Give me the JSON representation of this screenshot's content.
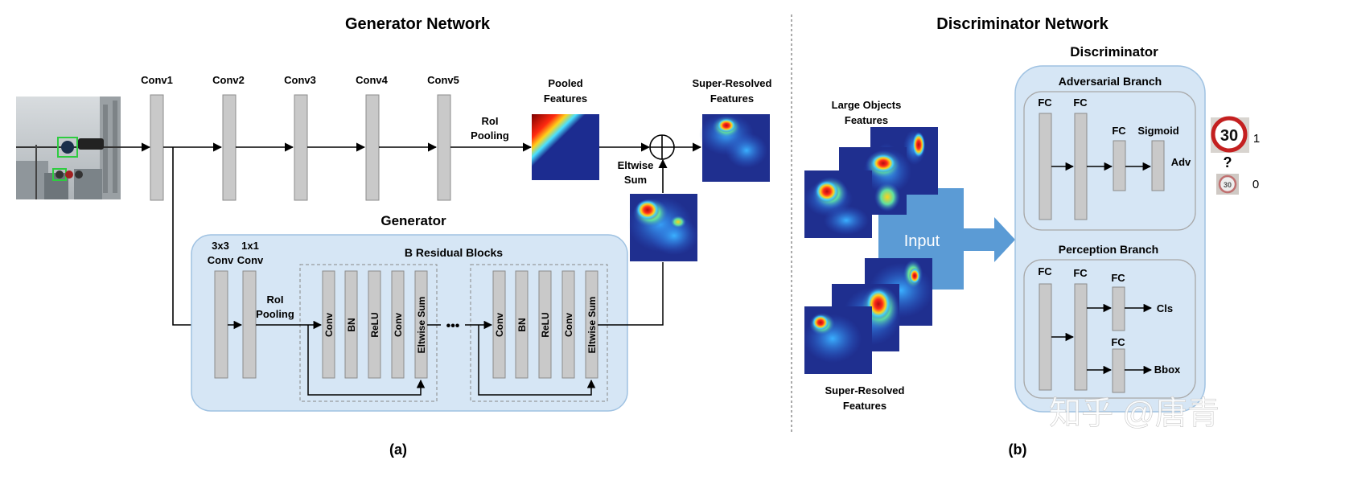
{
  "generator": {
    "title": "Generator Network",
    "conv_labels": [
      "Conv1",
      "Conv2",
      "Conv3",
      "Conv4",
      "Conv5"
    ],
    "roi_pooling": [
      "RoI",
      "Pooling"
    ],
    "pooled_features": [
      "Pooled",
      "Features"
    ],
    "super_resolved": [
      "Super-Resolved",
      "Features"
    ],
    "eltwise": [
      "Eltwise",
      "Sum"
    ],
    "generator_label": "Generator",
    "conv3x3": [
      "3x3",
      "Conv"
    ],
    "conv1x1": [
      "1x1",
      "Conv"
    ],
    "roi_pooling_inner": [
      "RoI",
      "Pooling"
    ],
    "residual_title": "B Residual Blocks",
    "block_layers": [
      "Conv",
      "BN",
      "ReLU",
      "Conv",
      "Eltwise Sum"
    ],
    "ellipsis": "•••",
    "caption": "(a)"
  },
  "discriminator": {
    "title": "Discriminator Network",
    "large_objects": [
      "Large Objects",
      "Features"
    ],
    "super_resolved": [
      "Super-Resolved",
      "Features"
    ],
    "input_label": "Input",
    "disc_label": "Discriminator",
    "adv_branch": "Adversarial Branch",
    "fc": "FC",
    "sigmoid": "Sigmoid",
    "adv": "Adv",
    "perception_branch": "Perception Branch",
    "cls": "Cls",
    "bbox": "Bbox",
    "sign_text": "30",
    "output_real": "1",
    "output_fake": "0",
    "question": "?",
    "caption": "(b)"
  },
  "watermark": "知乎 @唐青",
  "colors": {
    "panel_fill": "#d6e6f5",
    "panel_stroke": "#9fc2e2",
    "layer_fill": "#c9c9c9",
    "layer_stroke": "#8c8c8c",
    "input_box": "#5b9bd5",
    "heat_bg": "#1f2f8f"
  }
}
